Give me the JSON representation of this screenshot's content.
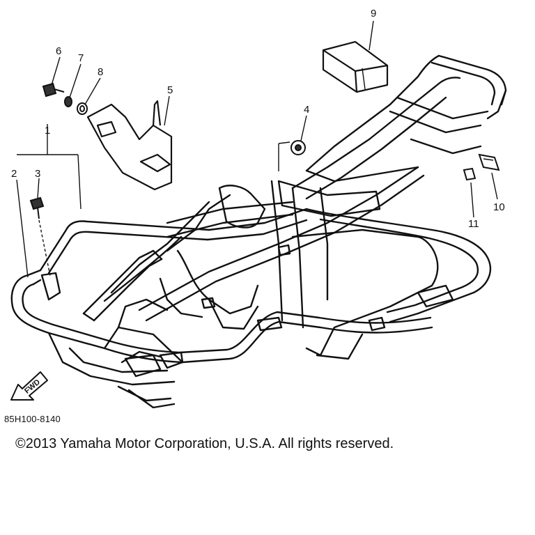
{
  "parts": [
    {
      "id": "part-1",
      "number": "1"
    },
    {
      "id": "part-2",
      "number": "2"
    },
    {
      "id": "part-3",
      "number": "3"
    },
    {
      "id": "part-4",
      "number": "4"
    },
    {
      "id": "part-5",
      "number": "5"
    },
    {
      "id": "part-6",
      "number": "6"
    },
    {
      "id": "part-7",
      "number": "7"
    },
    {
      "id": "part-8",
      "number": "8"
    },
    {
      "id": "part-9",
      "number": "9"
    },
    {
      "id": "part-10",
      "number": "10"
    },
    {
      "id": "part-11",
      "number": "11"
    }
  ],
  "fwd_label": "FWD",
  "reference_code": "85H100-8140",
  "copyright": "©2013 Yamaha Motor Corporation, U.S.A. All rights reserved."
}
